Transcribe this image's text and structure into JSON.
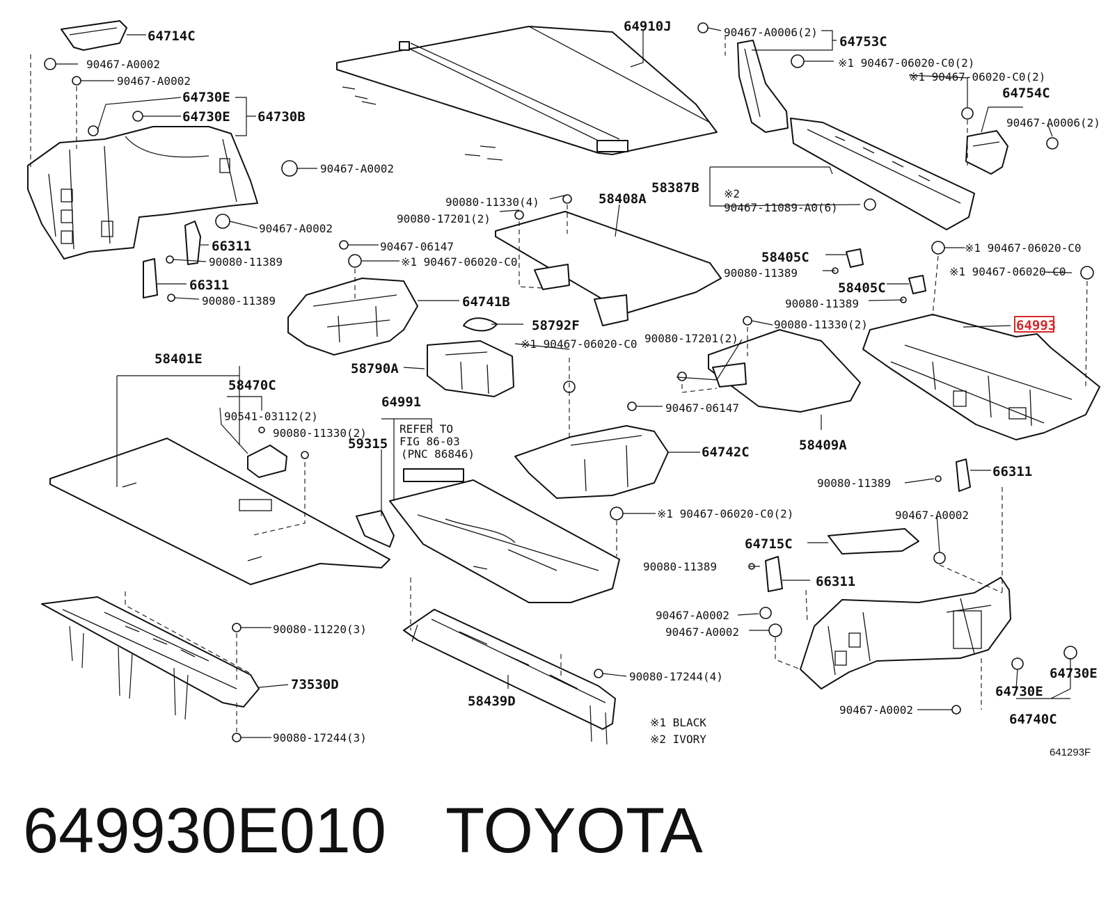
{
  "highlight_color": "#d62828",
  "labels": {
    "l_64714C": "64714C",
    "l_64910J": "64910J",
    "l_90467A0006_2_top": "90467-A0006(2)",
    "l_64753C": "64753C",
    "l_90467_06020_C0_2_a": "※1 90467-06020-C0(2)",
    "l_90467_06020_C0_2_b": "※1 90467-06020-C0(2)",
    "l_90467A0002_a": "90467-A0002",
    "l_90467A0002_b": "90467-A0002",
    "l_64730E_a": "64730E",
    "l_64730E_b": "64730E",
    "l_64730B": "64730B",
    "l_64754C": "64754C",
    "l_90467A0006_2_r": "90467-A0006(2)",
    "l_90467A0002_c": "90467-A0002",
    "l_90080_11330_4": "90080-11330(4)",
    "l_58408A": "58408A",
    "l_58387B": "58387B",
    "l_note2_mark": "※2",
    "l_90467_11089": "90467-11089-A0(6)",
    "l_90080_17201_2_a": "90080-17201(2)",
    "l_90467A0002_d": "90467-A0002",
    "l_66311_a": "66311",
    "l_90080_11389_a": "90080-11389",
    "l_90467_06147_a": "90467-06147",
    "l_90467_06020_C0_c": "※1 90467-06020-C0",
    "l_58405C_a": "58405C",
    "l_90080_11389_b": "90080-11389",
    "l_66311_b": "66311",
    "l_90080_11389_c": "90080-11389",
    "l_64741B": "64741B",
    "l_58405C_b": "58405C",
    "l_90080_11389_d": "90080-11389",
    "l_90467_06020_C0_d": "※1 90467-06020-C0",
    "l_90467_06020_C0_e": "※1 90467-06020-C0",
    "l_58792F": "58792F",
    "l_90080_11330_2_a": "90080-11330(2)",
    "l_64993": "64993",
    "l_90467_06020_C0_f": "※1 90467-06020-C0",
    "l_90080_17201_2_b": "90080-17201(2)",
    "l_58401E": "58401E",
    "l_58790A": "58790A",
    "l_58470C": "58470C",
    "l_64991": "64991",
    "l_90467_06147_b": "90467-06147",
    "l_90541_03112": "90541-03112(2)",
    "l_90080_11330_2_b": "90080-11330(2)",
    "l_refer": "REFER TO",
    "l_fig": "FIG 86-03",
    "l_pnc": "(PNC 86846)",
    "l_59315": "59315",
    "l_58409A": "58409A",
    "l_64742C": "64742C",
    "l_66311_c": "66311",
    "l_90080_11389_e": "90080-11389",
    "l_90467_06020_C0_2_g": "※1 90467-06020-C0(2)",
    "l_90467A0002_e": "90467-A0002",
    "l_64715C": "64715C",
    "l_90080_11389_f": "90080-11389",
    "l_66311_d": "66311",
    "l_90080_11220": "90080-11220(3)",
    "l_90467A0002_f": "90467-A0002",
    "l_90467A0002_g": "90467-A0002",
    "l_73530D": "73530D",
    "l_90080_17244_4": "90080-17244(4)",
    "l_58439D": "58439D",
    "l_64730E_c": "64730E",
    "l_64730E_d": "64730E",
    "l_90467A0002_h": "90467-A0002",
    "l_64740C": "64740C",
    "l_90080_17244_3": "90080-17244(3)",
    "l_note1": "※1 BLACK",
    "l_note2": "※2 IVORY",
    "l_ref": "641293F"
  },
  "footer": {
    "part_number": "649930E010",
    "brand": "TOYOTA"
  }
}
